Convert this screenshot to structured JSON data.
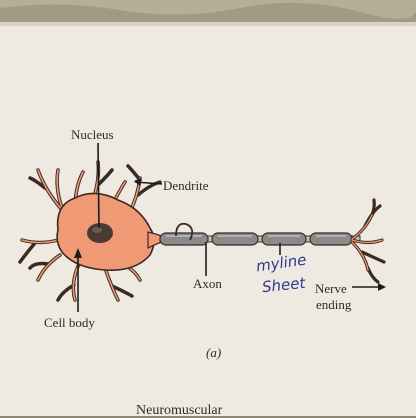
{
  "diagram": {
    "labels": {
      "nucleus": "Nucleus",
      "dendrite": "Dendrite",
      "axon": "Axon",
      "cell_body": "Cell body",
      "nerve_ending_line1": "Nerve",
      "nerve_ending_line2": "ending",
      "figure_caption": "(a)",
      "footer_text": "Neuromuscular"
    },
    "handwriting": {
      "line1": "myline",
      "line2": "Sheet"
    },
    "colors": {
      "cell_body_fill": "#ef9a75",
      "nucleus_fill": "#4a3a33",
      "sheath_fill": "#8a8a8a",
      "outline": "#3a2a22",
      "ink": "#2f3a8a",
      "paper": "#eeeae2"
    }
  }
}
